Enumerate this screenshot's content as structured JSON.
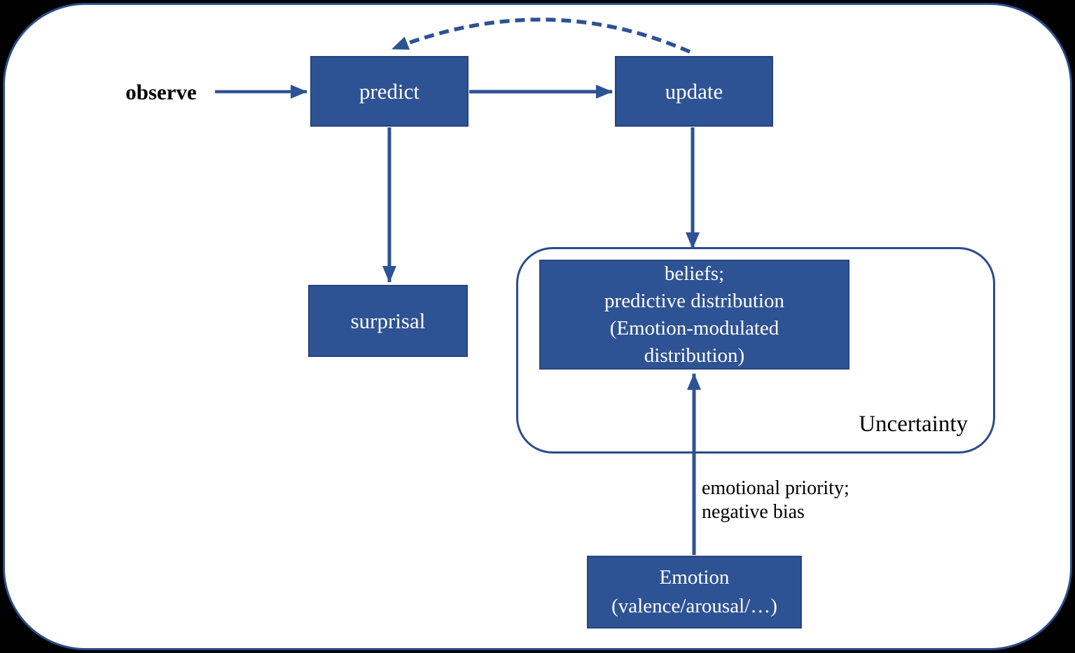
{
  "figure": {
    "colors": {
      "background": "#000000",
      "canvas_fill": "#ffffff",
      "box_fill": "#2e5394",
      "box_border": "#27457e",
      "arrow": "#2e5394",
      "outline_border": "#2b4c8c",
      "box_text": "#ffffff",
      "label_text": "#000000"
    },
    "nodes": {
      "observe": {
        "label": "observe"
      },
      "predict": {
        "label": "predict"
      },
      "update": {
        "label": "update"
      },
      "surprisal": {
        "label": "surprisal"
      },
      "beliefs": {
        "lines": [
          "beliefs;",
          "predictive distribution",
          "(Emotion-modulated",
          "distribution)"
        ]
      },
      "uncertainty": {
        "label": "Uncertainty"
      },
      "emotion": {
        "lines": [
          "Emotion",
          "(valence/arousal/…)"
        ]
      }
    },
    "edge_labels": {
      "emotion_to_beliefs": {
        "lines": [
          "emotional priority;",
          "negative bias"
        ]
      }
    },
    "edges": [
      {
        "from": "observe",
        "to": "predict",
        "style": "solid"
      },
      {
        "from": "predict",
        "to": "update",
        "style": "solid"
      },
      {
        "from": "update",
        "to": "predict",
        "style": "dashed-curve"
      },
      {
        "from": "predict",
        "to": "surprisal",
        "style": "solid"
      },
      {
        "from": "update",
        "to": "uncertainty",
        "style": "solid"
      },
      {
        "from": "emotion",
        "to": "beliefs",
        "style": "solid"
      }
    ]
  }
}
